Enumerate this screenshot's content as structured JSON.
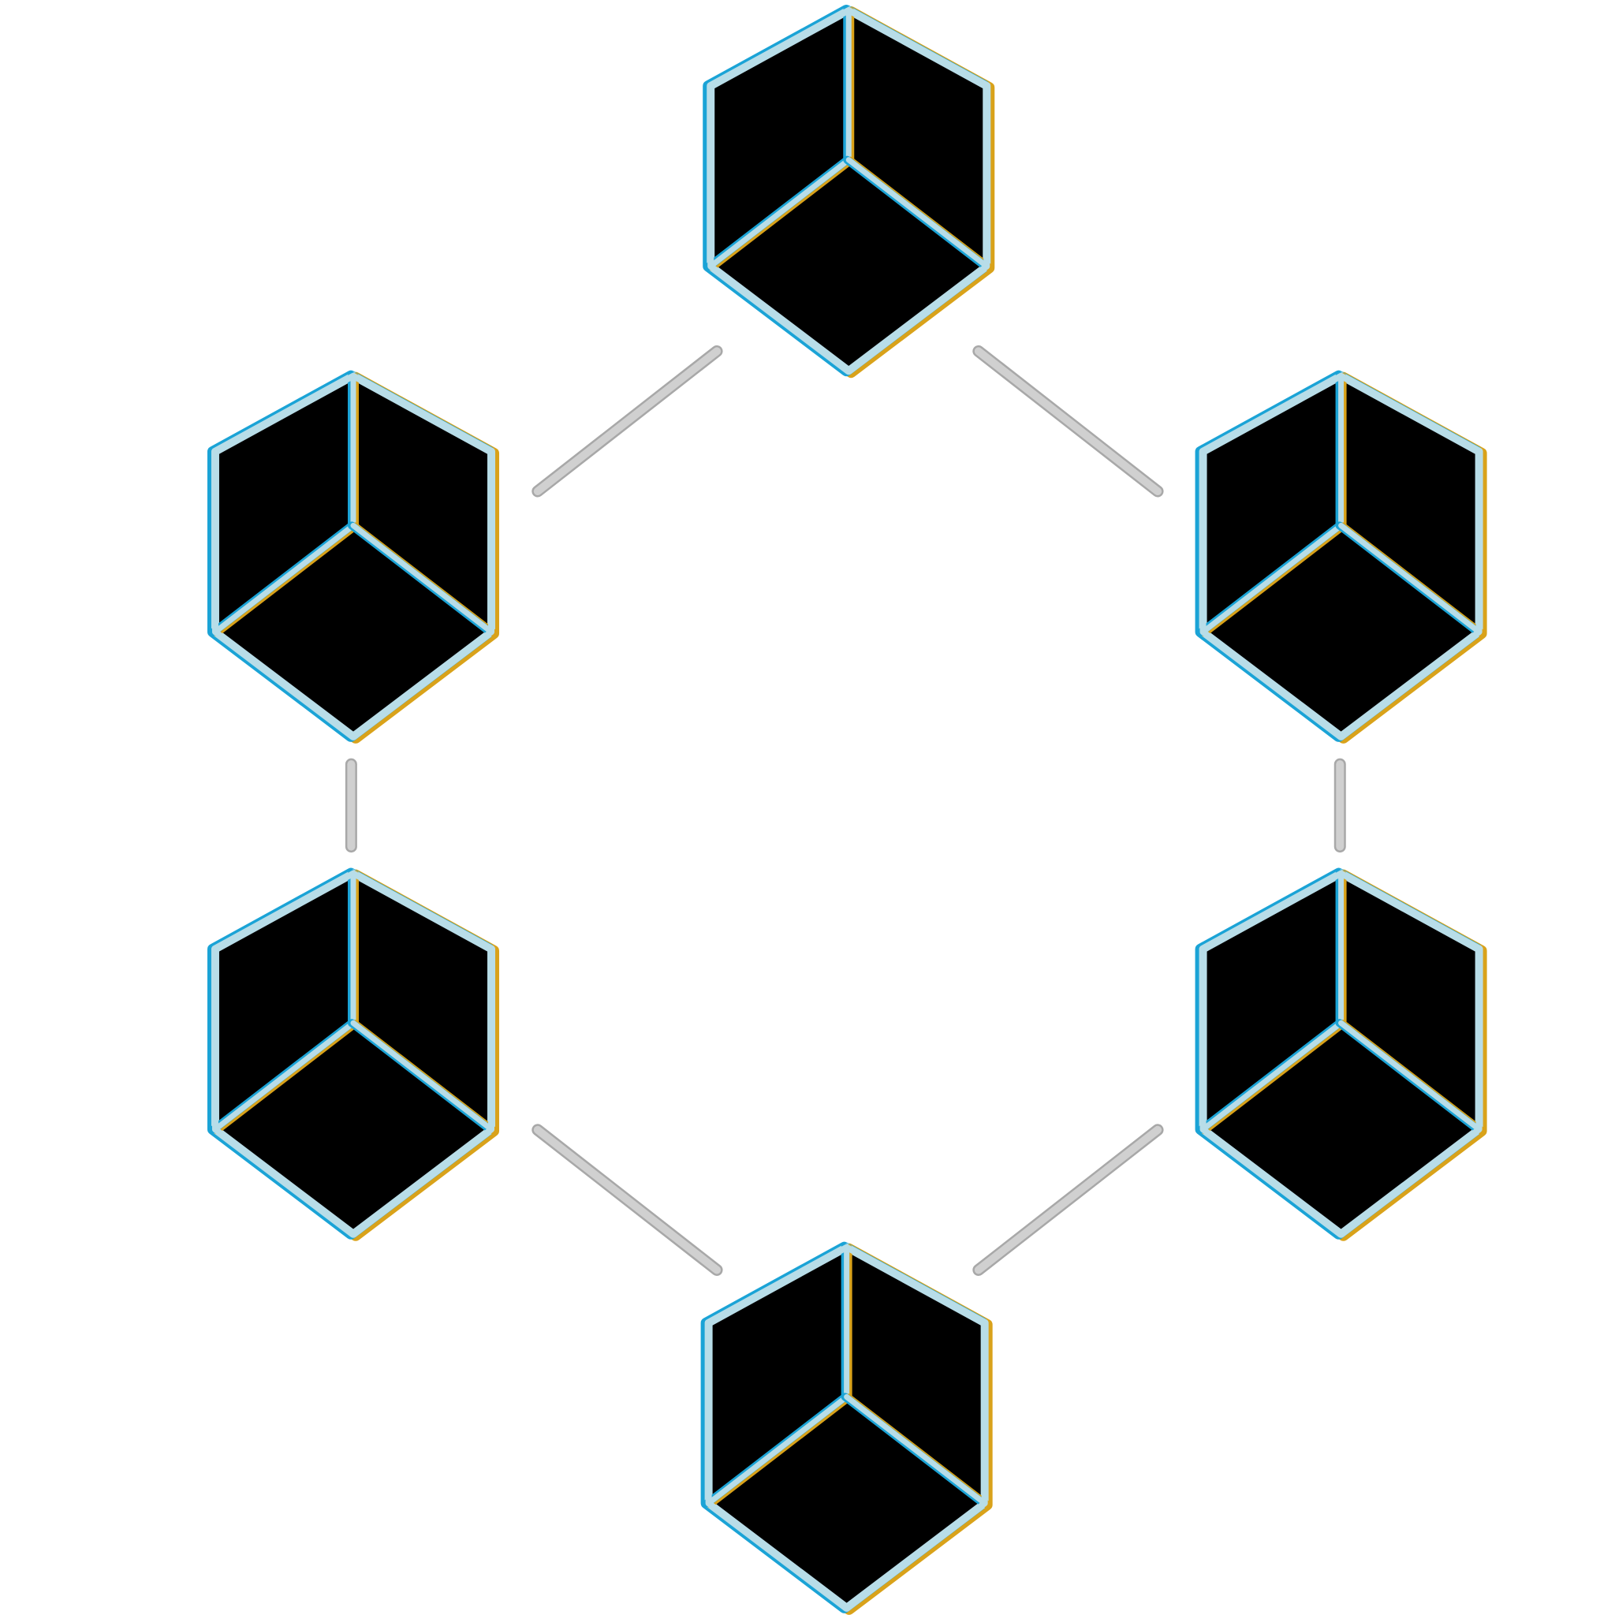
{
  "diagram": {
    "type": "ring-network",
    "node_count": 6,
    "node_icon": "cube-icon",
    "nodes": [
      {
        "id": "cube-top"
      },
      {
        "id": "cube-upper-right"
      },
      {
        "id": "cube-lower-right"
      },
      {
        "id": "cube-bottom"
      },
      {
        "id": "cube-lower-left"
      },
      {
        "id": "cube-upper-left"
      }
    ],
    "edges": [
      {
        "from": "cube-top",
        "to": "cube-upper-right"
      },
      {
        "from": "cube-upper-right",
        "to": "cube-lower-right"
      },
      {
        "from": "cube-lower-right",
        "to": "cube-bottom"
      },
      {
        "from": "cube-bottom",
        "to": "cube-lower-left"
      },
      {
        "from": "cube-lower-left",
        "to": "cube-upper-left"
      },
      {
        "from": "cube-upper-left",
        "to": "cube-top"
      }
    ]
  },
  "colors": {
    "background": "#ffffff",
    "cube_face": "#000000",
    "cube_edge_light": "#b8dde8",
    "cube_edge_cyan": "#1aa3d6",
    "cube_edge_gold": "#d9a21a",
    "connector": "#d0d0d0",
    "connector_outline": "#a8a8a8"
  }
}
